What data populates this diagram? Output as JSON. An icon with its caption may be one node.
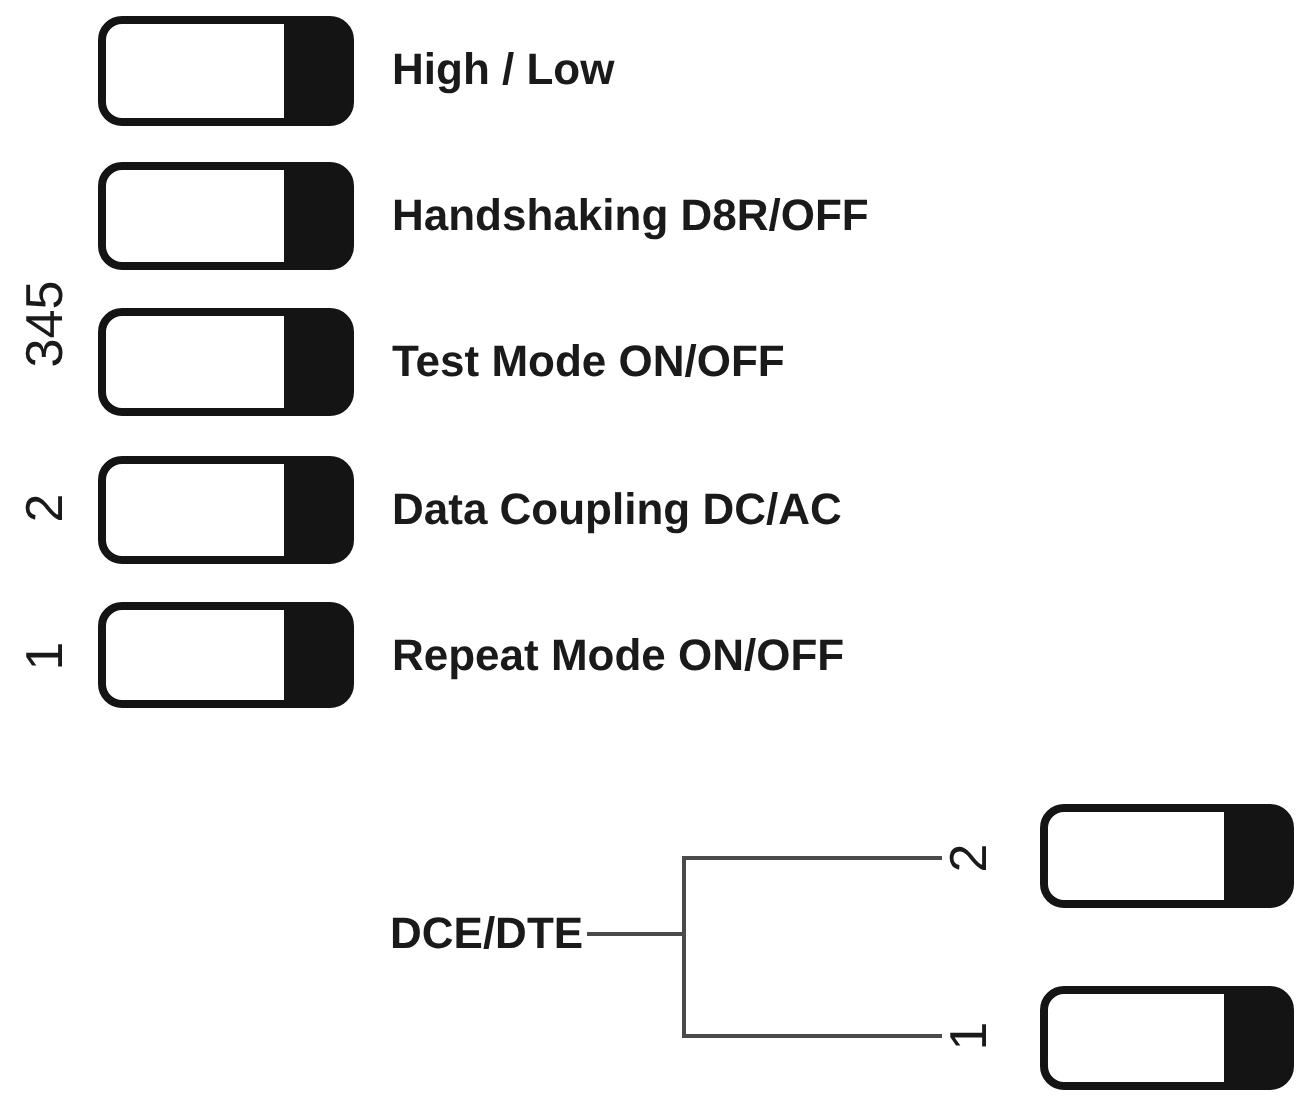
{
  "diagram": {
    "nodes": [
      {
        "text": [
          "DCE/DTE"
        ]
      },
      {
        "text": [
          "2"
        ]
      },
      {
        "text": [
          "1"
        ]
      }
    ],
    "edges": [
      {
        "from": 0,
        "to": 1,
        "arrow": "none"
      },
      {
        "from": 0,
        "to": 2,
        "arrow": "none"
      }
    ],
    "labels": [
      "High / Low",
      "Handshaking D8R/OFF",
      "345",
      "Test Mode ON/OFF",
      "2",
      "Data Coupling DC/AC",
      "1",
      "Repeat Mode ON/OFF"
    ]
  }
}
